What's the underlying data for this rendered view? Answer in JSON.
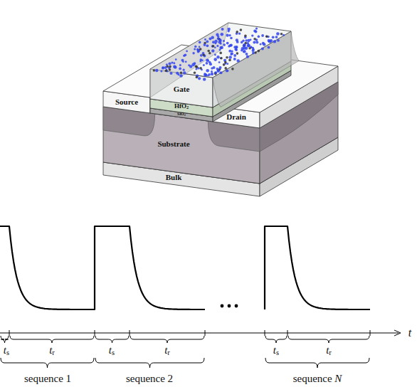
{
  "diagram": {
    "labels": [
      "Source",
      "Gate",
      "HfO2",
      "SiO2",
      "Drain",
      "Substrate",
      "Bulk",
      "ts",
      "tr",
      "ts",
      "tr",
      "ts",
      "tr",
      "t",
      "sequence 1",
      "sequence 2",
      "sequence N"
    ]
  }
}
